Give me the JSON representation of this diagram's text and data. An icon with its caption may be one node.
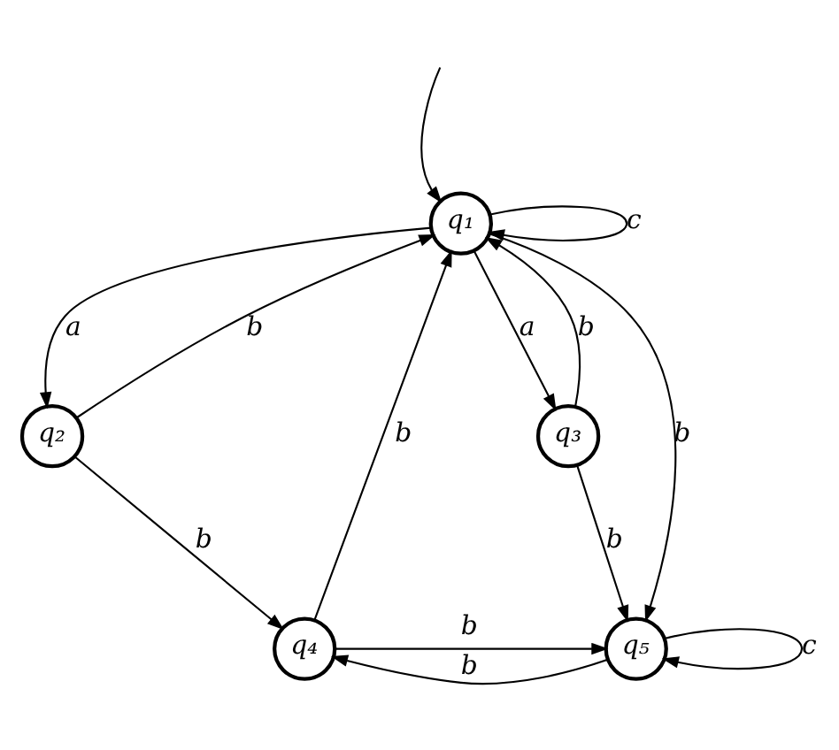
{
  "diagram": {
    "nodes": [
      {
        "text": [
          "q₁"
        ]
      },
      {
        "text": [
          "q₂"
        ]
      },
      {
        "text": [
          "q₃"
        ]
      },
      {
        "text": [
          "q₄"
        ]
      },
      {
        "text": [
          "q₅"
        ]
      }
    ],
    "edges": [
      {
        "from": null,
        "to": 0,
        "arrow": "to"
      },
      {
        "from": 0,
        "to": 0,
        "arrow": "to",
        "label": "c"
      },
      {
        "from": 0,
        "to": 1,
        "arrow": "to",
        "label": "a"
      },
      {
        "from": 1,
        "to": 0,
        "arrow": "to",
        "label": "b"
      },
      {
        "from": 0,
        "to": 2,
        "arrow": "to",
        "label": "a"
      },
      {
        "from": 2,
        "to": 0,
        "arrow": "to",
        "label": "b"
      },
      {
        "from": 0,
        "to": 4,
        "arrow": "to",
        "label": "b"
      },
      {
        "from": 3,
        "to": 0,
        "arrow": "to",
        "label": "b"
      },
      {
        "from": 1,
        "to": 3,
        "arrow": "to",
        "label": "b"
      },
      {
        "from": 2,
        "to": 4,
        "arrow": "to",
        "label": "b"
      },
      {
        "from": 3,
        "to": 4,
        "arrow": "to",
        "label": "b"
      },
      {
        "from": 4,
        "to": 3,
        "arrow": "to",
        "label": "b"
      },
      {
        "from": 4,
        "to": 4,
        "arrow": "to",
        "label": "c"
      }
    ]
  }
}
